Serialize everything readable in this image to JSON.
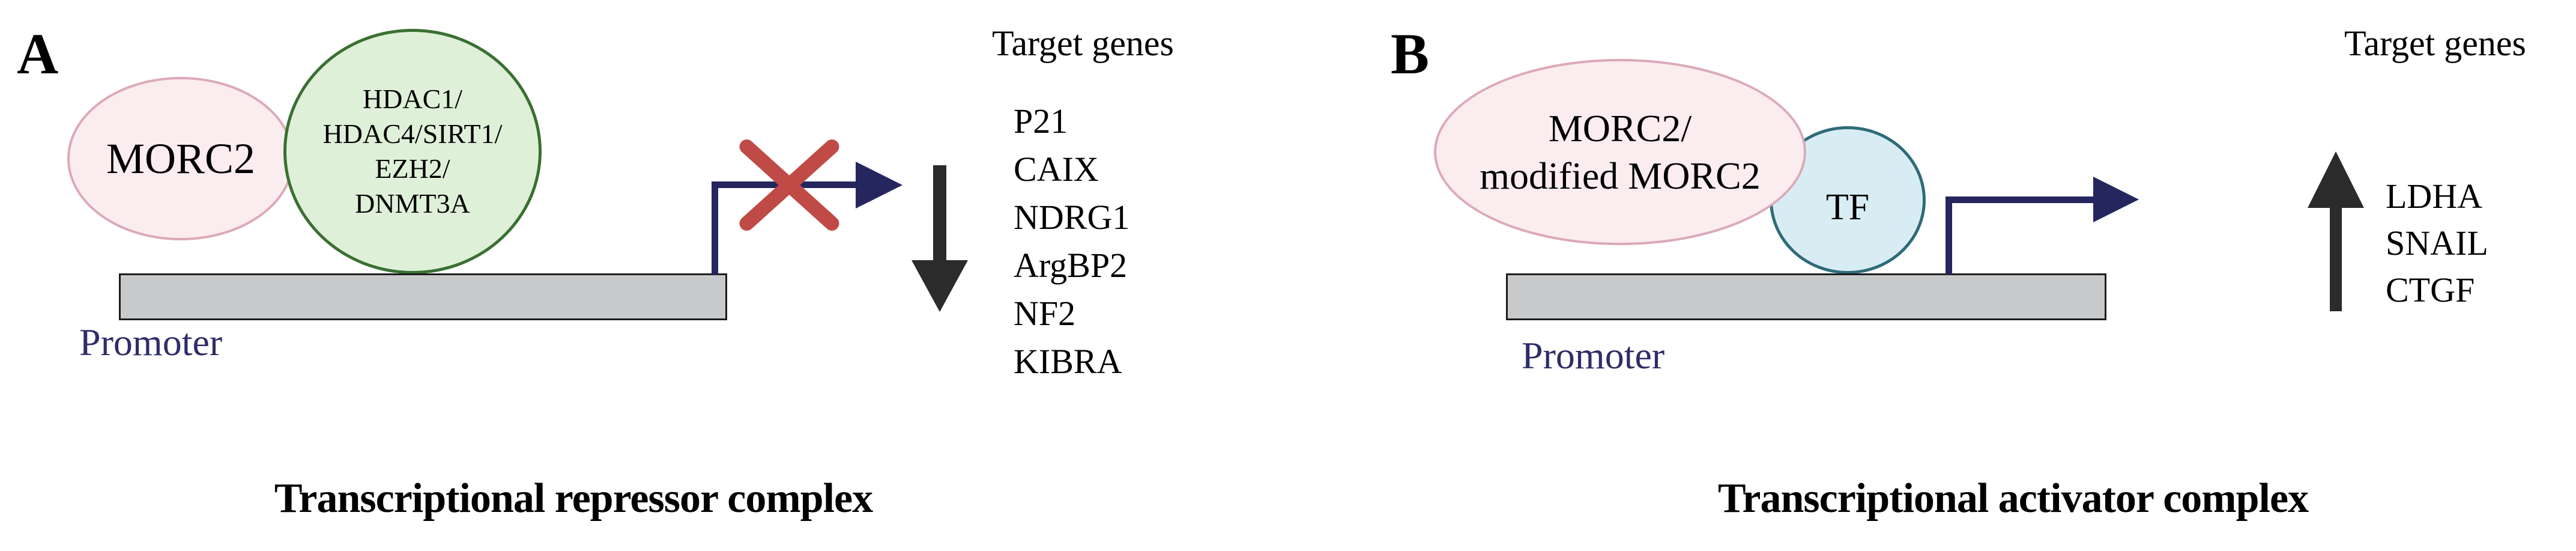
{
  "panel_a": {
    "label": "A",
    "morc2_label": "MORC2",
    "complex_lines": [
      "HDAC1/",
      "HDAC4/SIRT1/",
      "EZH2/",
      "DNMT3A"
    ],
    "promoter_label": "Promoter",
    "target_genes_header": "Target genes",
    "target_genes": [
      "P21",
      "CAIX",
      "NDRG1",
      "ArgBP2",
      "NF2",
      "KIBRA"
    ],
    "regulation_direction": "down",
    "caption": "Transcriptional repressor complex"
  },
  "panel_b": {
    "label": "B",
    "morc2_lines": [
      "MORC2/",
      "modified MORC2"
    ],
    "tf_label": "TF",
    "promoter_label": "Promoter",
    "target_genes_header": "Target genes",
    "target_genes": [
      "LDHA",
      "SNAIL",
      "CTGF"
    ],
    "regulation_direction": "up",
    "caption": "Transcriptional activator complex"
  },
  "colors": {
    "navy": "#26265E",
    "red_x": "#BF4A46",
    "pink_fill": "#FBECEF",
    "pink_stroke": "#DCA9B6",
    "green_fill": "#DFF0D9",
    "green_stroke": "#3A7032",
    "blue_fill": "#D8EDF3",
    "blue_stroke": "#2F6B78",
    "bar_fill": "#C7C9CB",
    "bar_stroke": "#1C1C1C",
    "promoter_text": "#2E2D68",
    "arrow_black": "#2B2B2B"
  }
}
